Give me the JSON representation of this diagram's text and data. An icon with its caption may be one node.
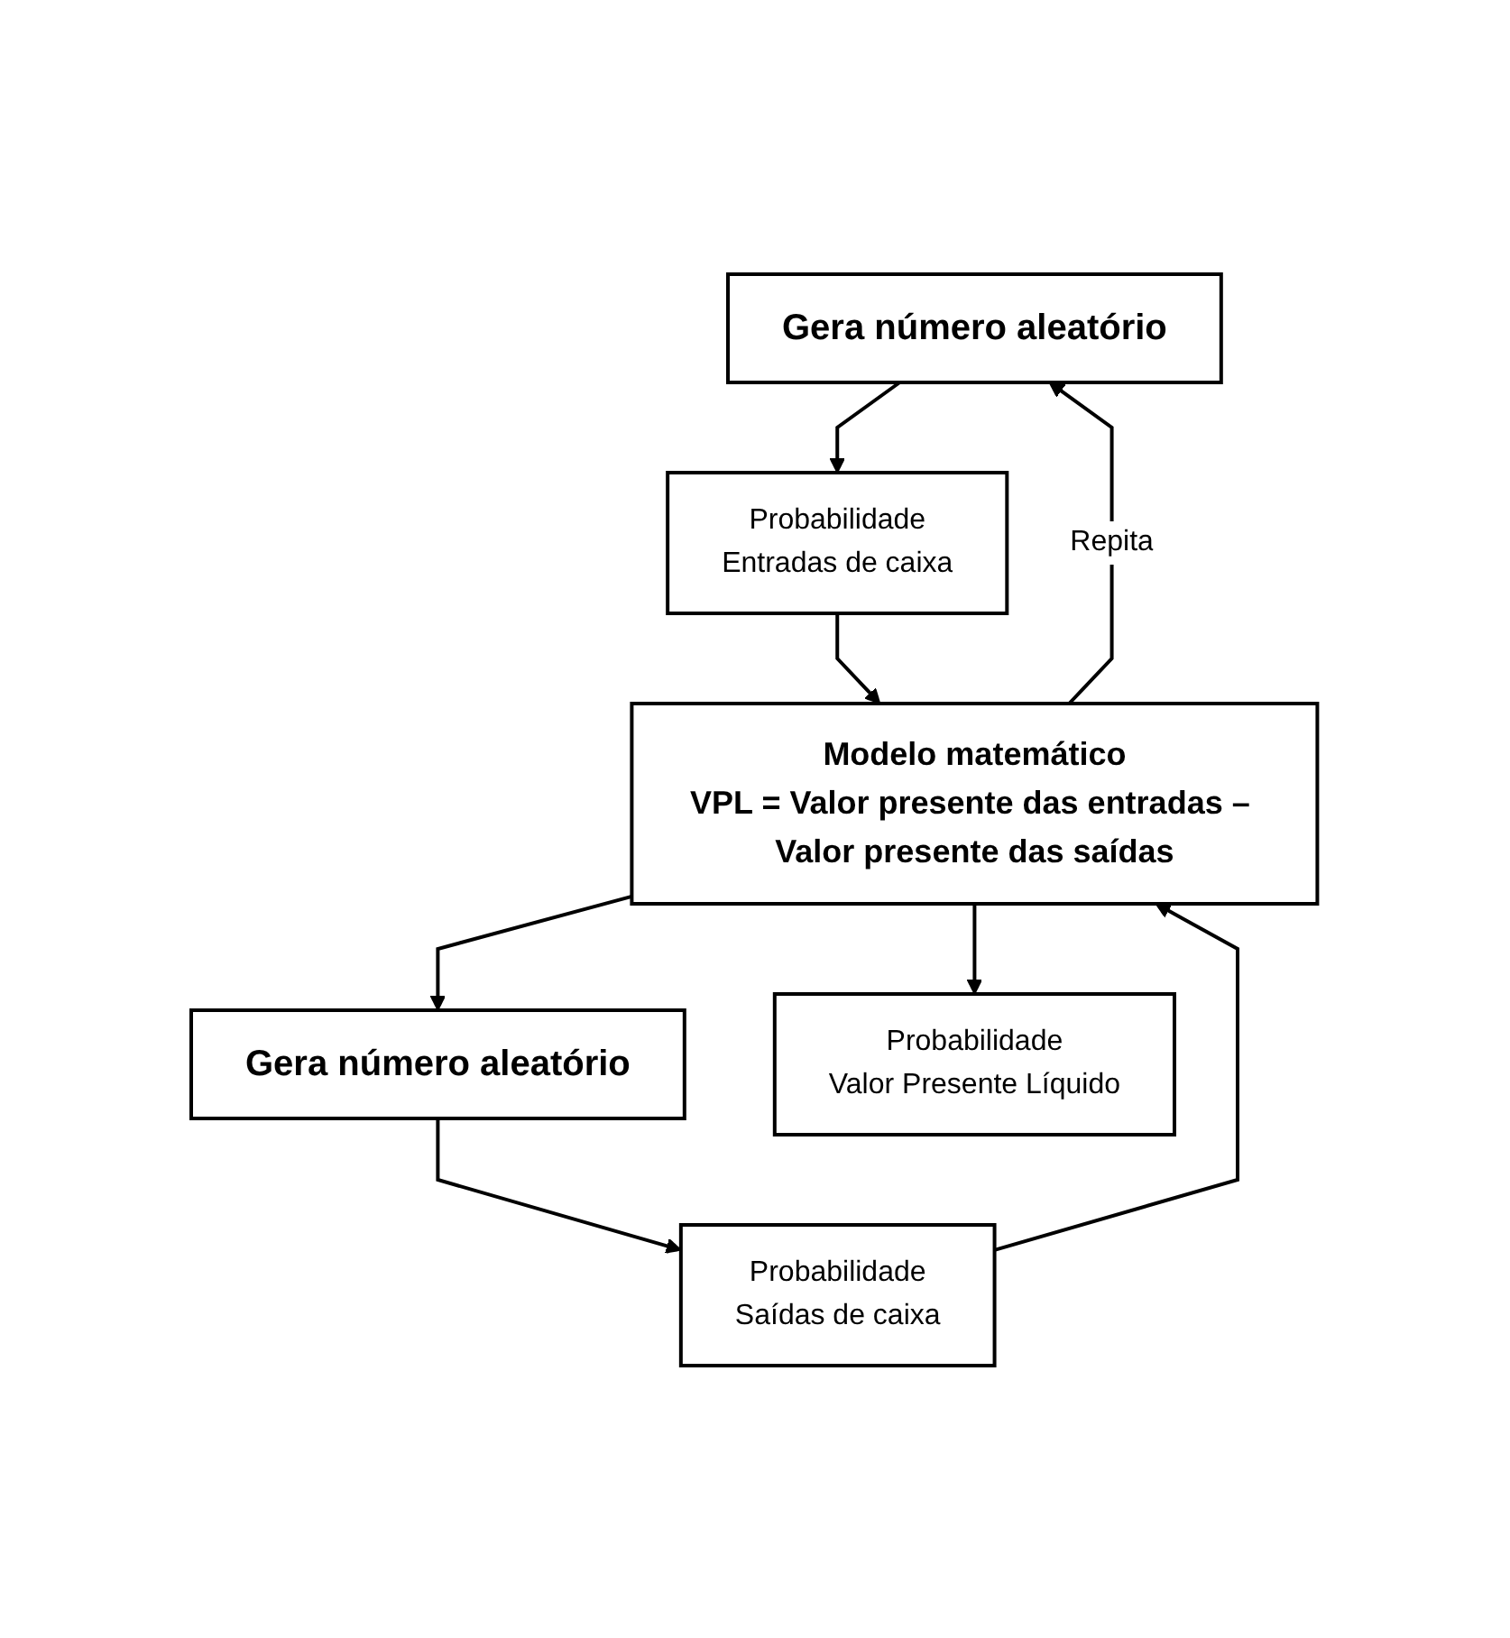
{
  "diagram": {
    "nodes": [
      {
        "text": [
          "Gera número aleatório"
        ]
      },
      {
        "text": [
          "Gera número aleatório"
        ]
      },
      {
        "text": [
          "Probabilidade",
          "Entradas de caixa"
        ]
      },
      {
        "text": [
          "Probabilidade",
          "Saídas de caixa"
        ]
      },
      {
        "text": [
          "Modelo matemático",
          "VPL = Valor presente das entradas – Valor presente das saídas"
        ]
      },
      {
        "text": [
          "Probabilidade",
          "Valor Presente Líquido"
        ]
      }
    ],
    "edges": [
      {
        "from": 0,
        "to": 2,
        "arrow": "to"
      },
      {
        "from": 1,
        "to": 3,
        "arrow": "to"
      },
      {
        "from": 2,
        "to": 4,
        "arrow": "to"
      },
      {
        "from": 3,
        "to": 4,
        "arrow": "to"
      },
      {
        "from": 4,
        "to": 5,
        "arrow": "to"
      },
      {
        "from": 4,
        "to": 0,
        "arrow": "to",
        "label": "Repita"
      },
      {
        "from": 4,
        "to": 1,
        "arrow": "to"
      }
    ]
  }
}
